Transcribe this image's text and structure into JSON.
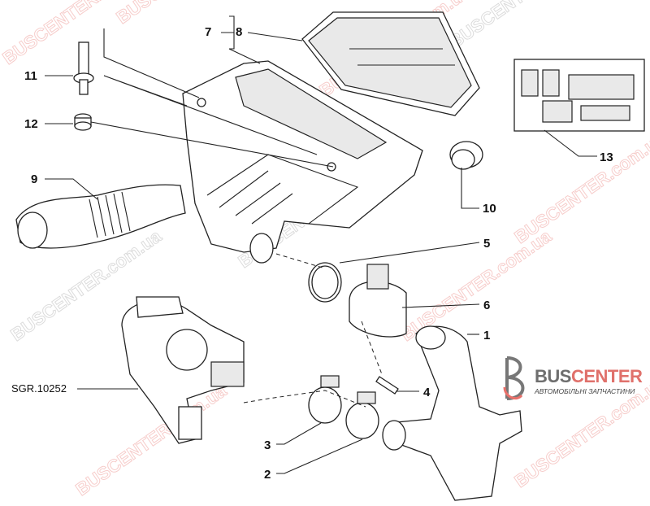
{
  "watermark": "BUSCENTER.com.ua",
  "labels": {
    "p1": "1",
    "p2": "2",
    "p3": "3",
    "p4": "4",
    "p5": "5",
    "p6": "6",
    "p7": "7",
    "p8": "8",
    "p9": "9",
    "p10": "10",
    "p11": "11",
    "p12": "12",
    "p13": "13",
    "ref": "SGR.10252"
  },
  "logo": {
    "bus": "BUS",
    "center": "CENTER",
    "subtitle": "АВТОМОБІЛЬНІ ЗАПЧАСТИНИ"
  },
  "colors": {
    "watermark_red": "#e8706a",
    "watermark_gray": "#9a9a9a"
  }
}
